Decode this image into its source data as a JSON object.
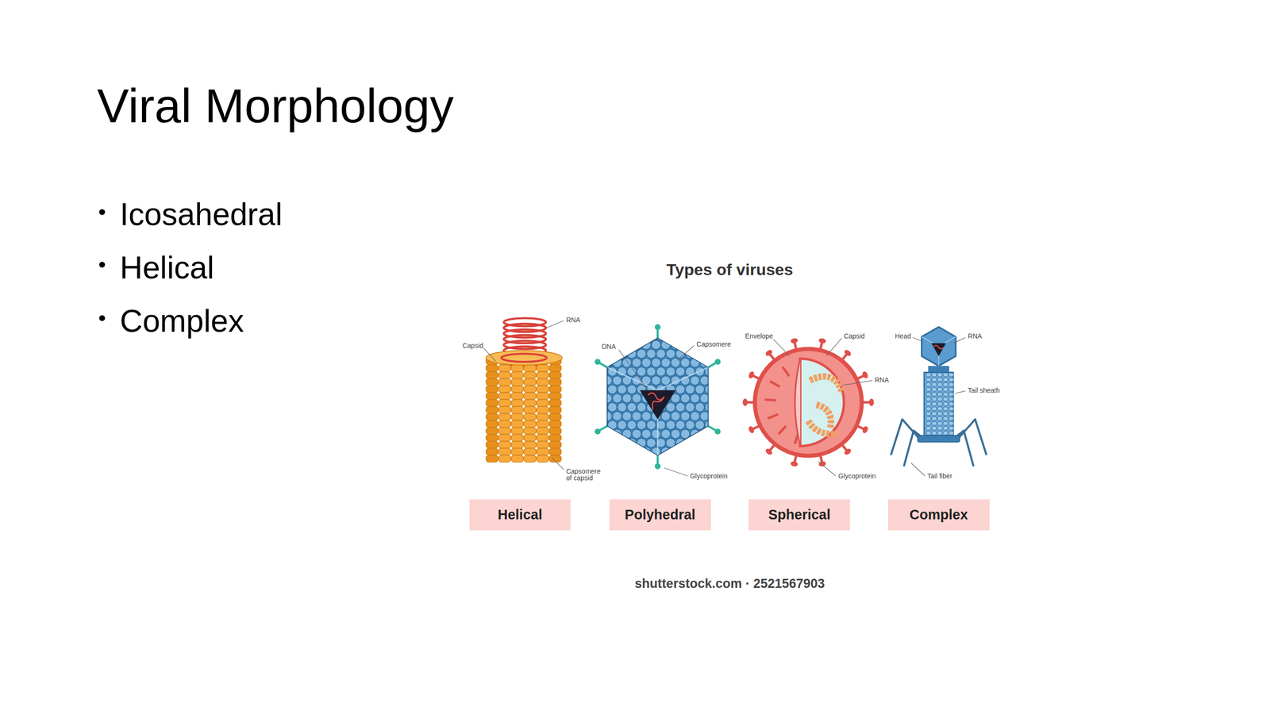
{
  "diagram": {
    "title": "Viral Morphology",
    "nodes": [
      {
        "text": [
          "Helical"
        ]
      },
      {
        "text": [
          "Polyhedral"
        ]
      },
      {
        "text": [
          "Spherical"
        ]
      },
      {
        "text": [
          "Complex"
        ]
      }
    ],
    "labels": [
      "Icosahedral",
      "Helical",
      "Complex",
      "Types of viruses",
      "RNA",
      "Capsid",
      "Capsomere of capsid",
      "DNA",
      "Capsomere",
      "Glycoprotein",
      "Envelope",
      "Capsid",
      "RNA",
      "Glycoprotein",
      "Head",
      "RNA",
      "Tail sheath",
      "Tail fiber",
      "shutterstock.com · 2521567903"
    ]
  }
}
